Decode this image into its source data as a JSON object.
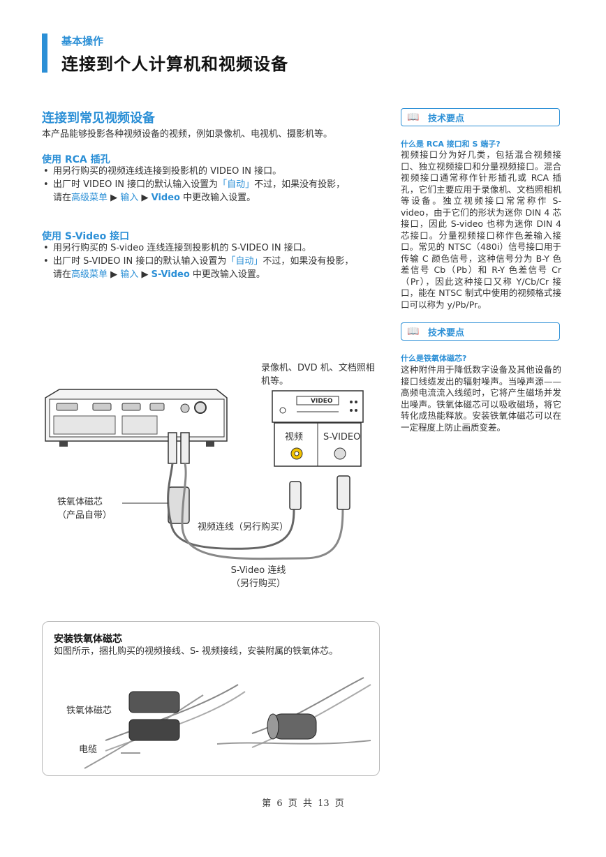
{
  "header": {
    "section": "基本操作",
    "title": "连接到个人计算机和视频设备"
  },
  "main": {
    "heading": "连接到常见视频设备",
    "intro": "本产品能够投影各种视频设备的视频，例如录像机、电视机、摄影机等。",
    "rca": {
      "heading": "使用 RCA 插孔",
      "b1": "用另行购买的视频连线连接到投影机的 VIDEO IN 接口。",
      "b2_pre": "出厂时 VIDEO IN 接口的默认输入设置为",
      "b2_hl": "「自动」",
      "b2_post": "不过，如果没有投影，",
      "b2_l2_pre": "请在",
      "b2_menu": "高级菜单",
      "b2_arrow1": "▶",
      "b2_input": "输入",
      "b2_arrow2": "▶",
      "b2_video": "Video",
      "b2_end": "中更改输入设置。"
    },
    "svideo": {
      "heading": "使用 S-Video 接口",
      "b1": "用另行购买的 S-video 连线连接到投影机的 S-VIDEO IN 接口。",
      "b2_pre": "出厂时 S-VIDEO IN 接口的默认输入设置为",
      "b2_hl": "「自动」",
      "b2_post": "不过，如果没有投影，",
      "b2_l2_pre": "请在",
      "b2_menu": "高级菜单",
      "b2_arrow1": "▶",
      "b2_input": "输入",
      "b2_arrow2": "▶",
      "b2_video": "S-Video",
      "b2_end": "中更改输入设置。"
    }
  },
  "diagram": {
    "device_label_1": "录像机、DVD 机、文档照相",
    "device_label_2": "机等。",
    "device_screen": "VIDEO",
    "port_video": "视频",
    "port_svideo": "S-VIDEO",
    "ferrite_label_1": "铁氧体磁芯",
    "ferrite_label_2": "（产品自带）",
    "video_cable": "视频连线（另行购买）",
    "svideo_cable_1": "S-Video 连线",
    "svideo_cable_2": "（另行购买）"
  },
  "tips": [
    {
      "box_label": "技术要点",
      "question": "什么是 RCA 接口和 S 端子?",
      "text": "视频接口分为好几类，包括混合视频接口、独立视频接口和分量视频接口。混合视频接口通常称作针形插孔或 RCA 插孔，它们主要应用于录像机、文档照相机等设备。独立视频接口常常称作 S-video，由于它们的形状为迷你 DIN 4 芯接口，因此 S-video 也称为迷你 DIN 4 芯接口。分量视频接口称作色差输入接口。常见的 NTSC（480i）信号接口用于传输 C 颜色信号，这种信号分为 B-Y 色差信号 Cb（Pb）和 R-Y 色差信号 Cr（Pr），因此这种接口又称 Y/Cb/Cr 接口，能在 NTSC 制式中使用的视频格式接口可以称为 y/Pb/Pr。"
    },
    {
      "box_label": "技术要点",
      "question": "什么是铁氧体磁芯?",
      "text": "这种附件用于降低数字设备及其他设备的接口线缆发出的辐射噪声。当噪声源——高频电流流入线缆时，它将产生磁场并发出噪声。铁氧体磁芯可以吸收磁场，将它转化成热能释放。安装铁氧体磁芯可以在一定程度上防止画质变差。"
    }
  ],
  "card": {
    "title": "安装铁氧体磁芯",
    "text": "如图所示，捆扎购买的视频接线、S- 视频接线，安装附属的铁氧体芯。",
    "label_core": "铁氧体磁芯",
    "label_cable": "电缆"
  },
  "footer": {
    "p1": "第",
    "page": "6",
    "p2": "页",
    "p3": "共",
    "total": "13",
    "p4": "页"
  },
  "colors": {
    "accent": "#2b8fd6",
    "highlight_yellow": "#f2c200"
  }
}
